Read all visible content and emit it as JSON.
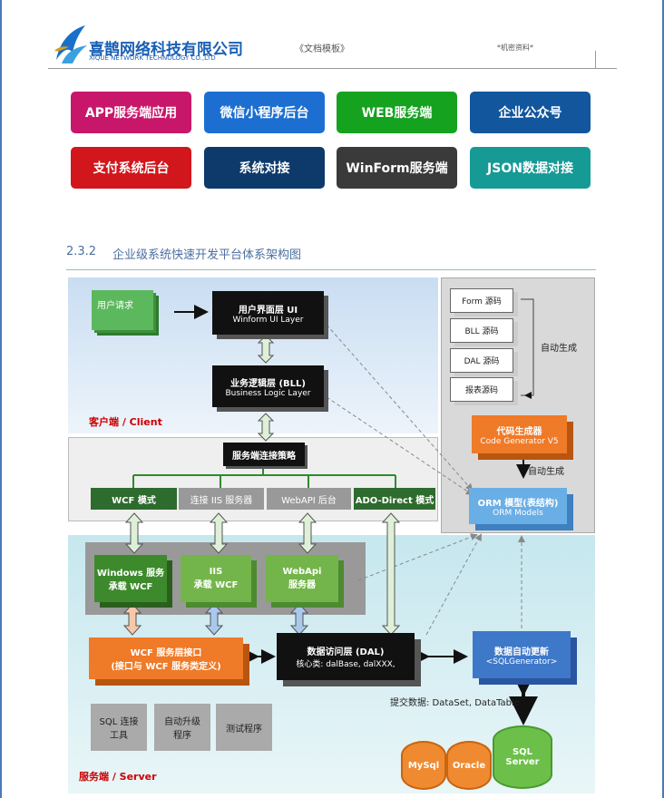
{
  "header": {
    "company_name": "喜鹊网络科技有限公司",
    "company_name_en": "XIQUE NETWORK TECHNOLOGY CO.,LTD",
    "doc_template": "《文档模板》",
    "confidential": "*机密资料*"
  },
  "tiles": [
    {
      "label": "APP服务端应用",
      "color": "#c8176b"
    },
    {
      "label": "微信小程序后台",
      "color": "#1c6fd1"
    },
    {
      "label": "WEB服务端",
      "color": "#15a21f"
    },
    {
      "label": "企业公众号",
      "color": "#12569d"
    },
    {
      "label": "支付系统后台",
      "color": "#d1161c"
    },
    {
      "label": "系统对接",
      "color": "#0d3a6b"
    },
    {
      "label": "WinForm服务端",
      "color": "#3a3a3a"
    },
    {
      "label": "JSON数据对接",
      "color": "#169a96"
    }
  ],
  "section": {
    "number": "2.3.2",
    "title": "企业级系统快速开发平台体系架构图"
  },
  "diagram": {
    "client_label": "客户端 / Client",
    "server_label": "服务端 / Server",
    "user_request": "用户请求",
    "ui_layer": {
      "title": "用户界面层 UI",
      "sub": "Winform UI Layer"
    },
    "bll_layer": {
      "title": "业务逻辑层 (BLL)",
      "sub": "Business Logic Layer"
    },
    "connect_strategy": "服务端连接策略",
    "conn_modes": [
      "WCF 模式",
      "连接 IIS 服务器",
      "WebAPI 后台",
      "ADO-Direct 模式"
    ],
    "hosts": [
      {
        "title": "Windows 服务",
        "sub": "承载 WCF"
      },
      {
        "title": "IIS",
        "sub": "承载 WCF"
      },
      {
        "title": "WebApi",
        "sub": "服务器"
      }
    ],
    "wcf_interface": {
      "title": "WCF 服务层接口",
      "sub": "(接口与 WCF 服务类定义)"
    },
    "dal": {
      "title": "数据访问层 (DAL)",
      "sub": "核心类: dalBase, dalXXX,"
    },
    "db_update": {
      "title": "数据自动更新",
      "sub": "<SQLGenerator>"
    },
    "submit_data": "提交数据: DataSet, DataTable",
    "tools": [
      "SQL 连接\n工具",
      "自动升级\n程序",
      "测试程序"
    ],
    "databases": [
      "MySql",
      "Oracle"
    ],
    "sql_server": {
      "title": "SQL",
      "sub": "Server"
    },
    "sources": [
      "Form 源码",
      "BLL 源码",
      "DAL 源码",
      "报表源码"
    ],
    "auto_gen": "自动生成",
    "code_gen": {
      "title": "代码生成器",
      "sub": "Code Generator V5"
    },
    "auto_gen2": "自动生成",
    "orm": {
      "title": "ORM 模型(表结构)",
      "sub": "ORM Models"
    }
  }
}
